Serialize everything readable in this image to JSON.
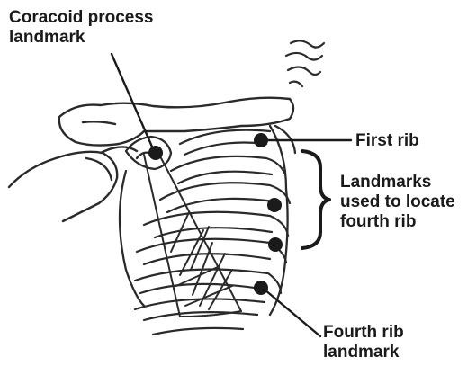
{
  "labels": {
    "coracoid": [
      "Coracoid process",
      "landmark"
    ],
    "first_rib": "First rib",
    "landmarks_used": [
      "Landmarks",
      "used to locate",
      "fourth rib"
    ],
    "fourth_rib": [
      "Fourth rib",
      "landmark"
    ]
  },
  "colors": {
    "ink": "#1a1a1a",
    "background": "#ffffff",
    "line_art": "#2a2a2a"
  }
}
